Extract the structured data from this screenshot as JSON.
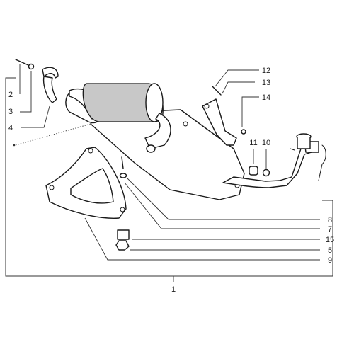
{
  "callouts": {
    "c1": "1",
    "c2": "2",
    "c3": "3",
    "c4": "4",
    "c5": "5",
    "c7": "7",
    "c8": "8",
    "c9": "9",
    "c10": "10",
    "c11": "11",
    "c12": "12",
    "c13": "13",
    "c14": "14",
    "c15": "15"
  }
}
